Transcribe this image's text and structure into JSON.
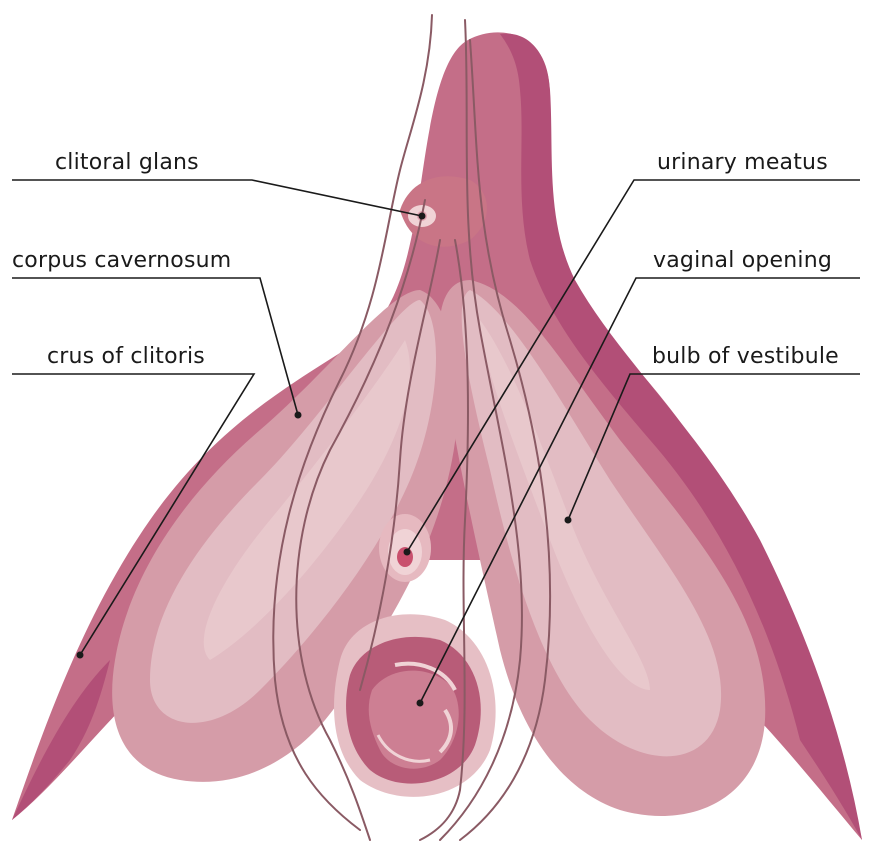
{
  "colors": {
    "outer_body": "#c46e88",
    "outer_dark": "#b24f77",
    "bulb_fill": "#d59ca8",
    "bulb_inner": "#e2bcc3",
    "bulb_highlight": "#e9c9cd",
    "opening_dark": "#b85c78",
    "opening_mid": "#cd7f93",
    "meatus_fill": "#f0d3d6",
    "meatus_core": "#c9506e",
    "outline": "#8a5a64",
    "leader": "#1a1a1a"
  },
  "labels": {
    "clitoral_glans": "clitoral glans",
    "corpus_cavernosum": "corpus cavernosum",
    "crus_of_clitoris": "crus of clitoris",
    "urinary_meatus": "urinary meatus",
    "vaginal_opening": "vaginal opening",
    "bulb_of_vestibule": "bulb of vestibule"
  }
}
